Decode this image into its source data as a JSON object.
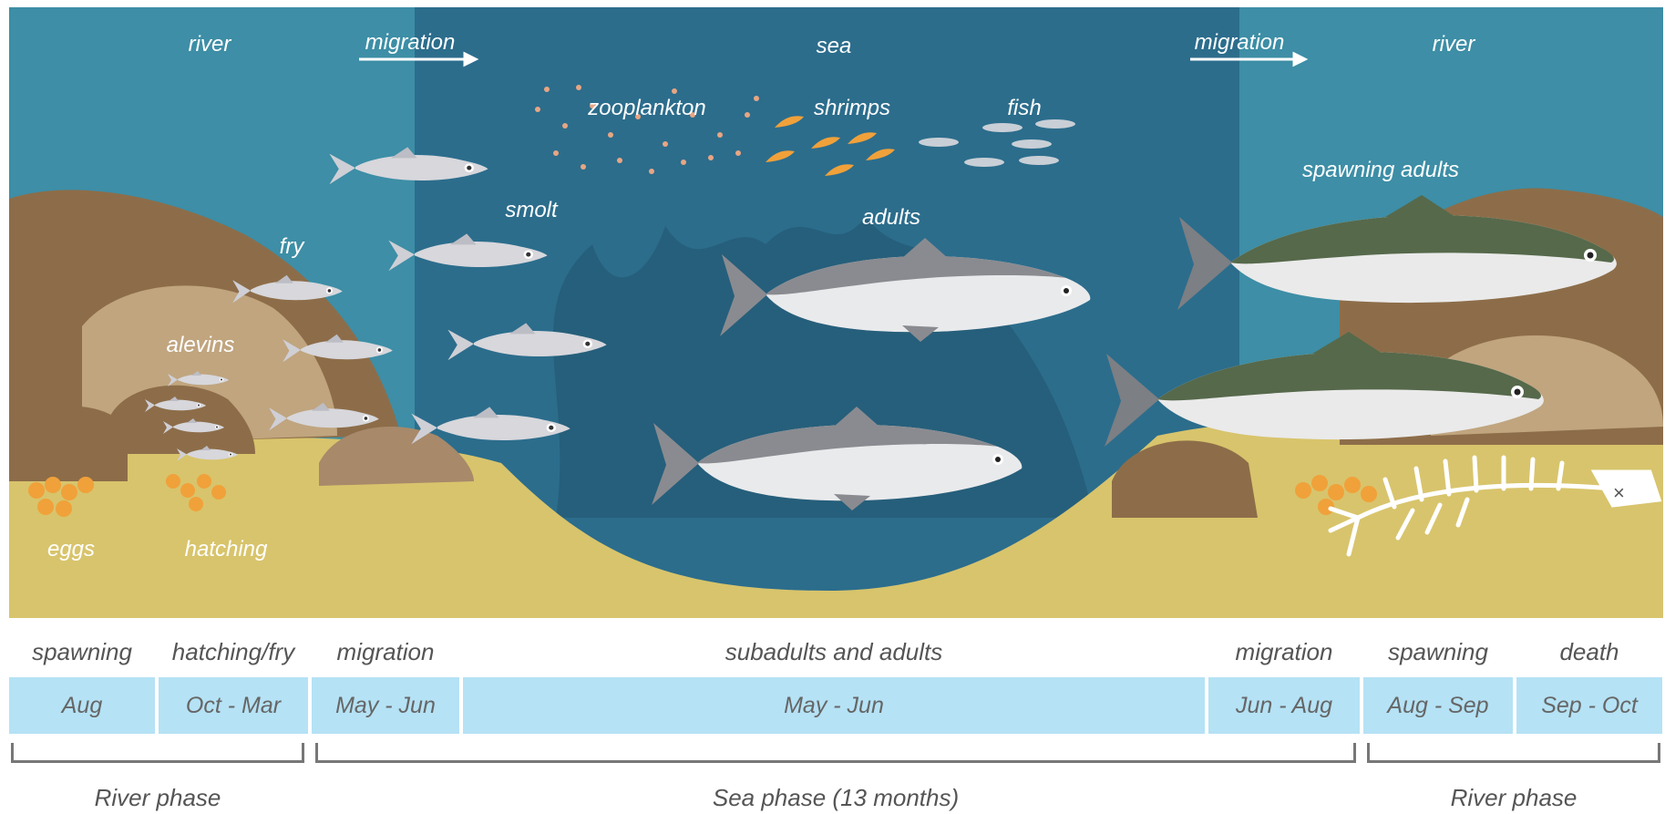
{
  "scene": {
    "river_left": "river",
    "migration_out": "migration",
    "sea": "sea",
    "migration_in": "migration",
    "river_right": "river",
    "zooplankton": "zooplankton",
    "shrimps": "shrimps",
    "fish": "fish",
    "smolt": "smolt",
    "fry": "fry",
    "alevins": "alevins",
    "adults": "adults",
    "spawning_adults": "spawning adults",
    "eggs": "eggs",
    "hatching": "hatching"
  },
  "timeline": {
    "stages": [
      {
        "label": "spawning",
        "period": "Aug"
      },
      {
        "label": "hatching/fry",
        "period": "Oct - Mar"
      },
      {
        "label": "migration",
        "period": "May - Jun"
      },
      {
        "label": "subadults and adults",
        "period": "May - Jun"
      },
      {
        "label": "migration",
        "period": "Jun - Aug"
      },
      {
        "label": "spawning",
        "period": "Aug - Sep"
      },
      {
        "label": "death",
        "period": "Sep - Oct"
      }
    ],
    "phases": [
      "River phase",
      "Sea phase (13 months)",
      "River phase"
    ]
  },
  "colors": {
    "river_water": "#3d8ea6",
    "sea_water": "#2c6d8c",
    "sand": "#d8c46c",
    "timeline_cell": "#b5e2f5"
  }
}
